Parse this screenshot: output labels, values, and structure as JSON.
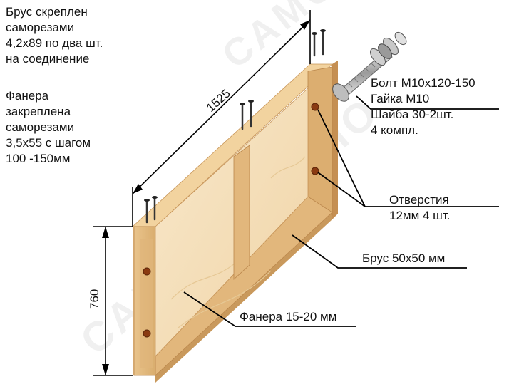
{
  "notes": {
    "bolt_screws": [
      "Брус скреплен",
      "саморезами",
      "4,2х89 по два шт.",
      "на соединение"
    ],
    "plywood_screws": [
      "Фанера",
      "закреплена",
      "саморезами",
      "3,5х55 с шагом",
      "100 -150мм"
    ],
    "bolt_kit": [
      "Болт М10х120-150",
      "Гайка М10",
      "Шайба 30-2шт.",
      "4 компл."
    ],
    "holes": [
      "Отверстия",
      "12мм 4 шт."
    ],
    "beam": "Брус 50х50 мм",
    "plywood": "Фанера 15-20 мм"
  },
  "dimensions": {
    "length": "1525",
    "height": "760"
  },
  "watermark": "САМОДЕЛКИНО",
  "colors": {
    "wood_light": "#f2d8ab",
    "wood_mid": "#e3bd84",
    "wood_dark": "#c9995c",
    "plywood": "#f6e3c2",
    "hole": "#8a3a12",
    "line": "#000000"
  }
}
